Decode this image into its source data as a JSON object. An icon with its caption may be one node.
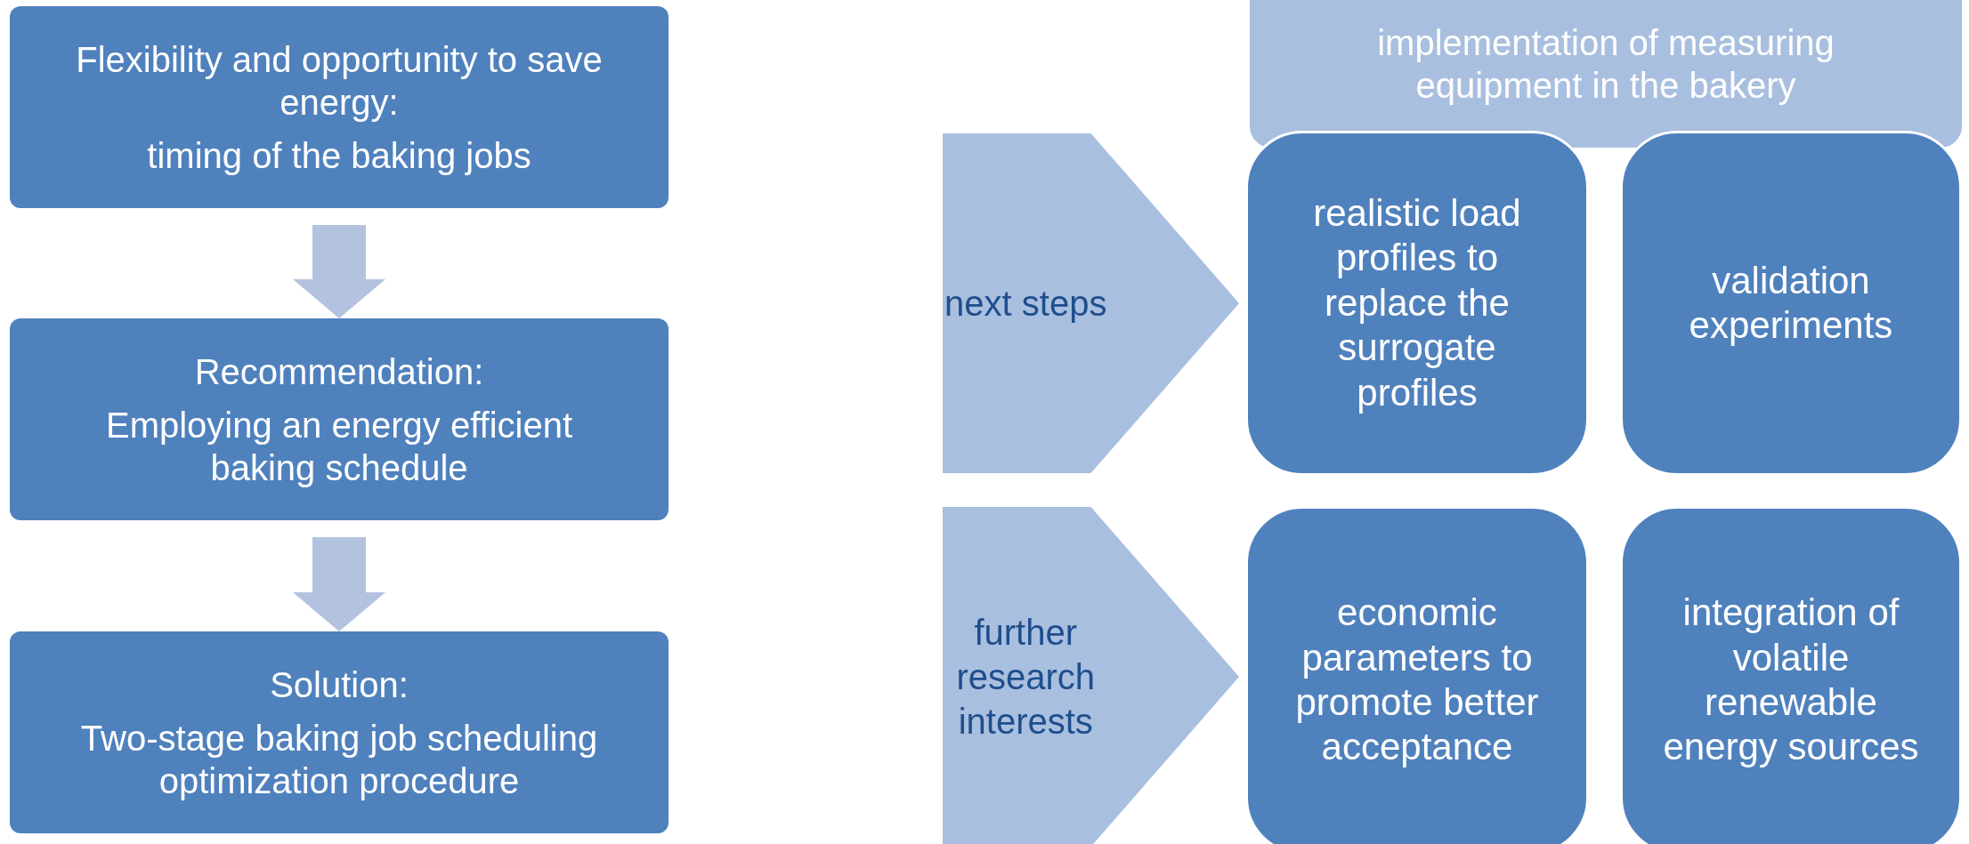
{
  "diagram": {
    "nodes": [
      {
        "text": [
          "Flexibility and opportunity to save energy:",
          "timing of the baking jobs"
        ]
      },
      {
        "text": [
          "Recommendation:",
          "Employing an energy efficient baking schedule"
        ]
      },
      {
        "text": [
          "Solution:",
          "Two-stage baking job scheduling optimization procedure"
        ]
      },
      {
        "text": [
          "implementation of measuring equipment in the bakery"
        ]
      },
      {
        "text": [
          "next steps"
        ]
      },
      {
        "text": [
          "realistic load profiles to replace the surrogate profiles"
        ]
      },
      {
        "text": [
          "validation experiments"
        ]
      },
      {
        "text": [
          "further research interests"
        ]
      },
      {
        "text": [
          "economic parameters to promote better acceptance"
        ]
      },
      {
        "text": [
          "integration of volatile renewable energy sources"
        ]
      }
    ],
    "edges": [
      {
        "from": 0,
        "to": 1,
        "arrow": "to",
        "style": "thick"
      },
      {
        "from": 1,
        "to": 2,
        "arrow": "to",
        "style": "thick"
      }
    ]
  }
}
